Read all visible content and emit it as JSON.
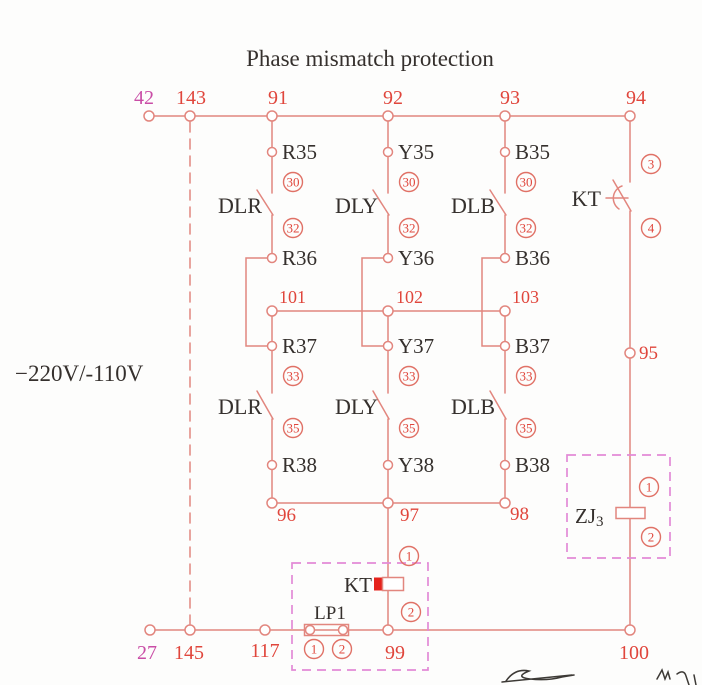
{
  "title": "Phase mismatch protection",
  "voltage_label": "−220V/-110V",
  "rails": {
    "top": {
      "n42": "42",
      "n143": "143",
      "n91": "91",
      "n92": "92",
      "n93": "93",
      "n94": "94"
    },
    "middle": {
      "n101": "101",
      "n102": "102",
      "n103": "103",
      "n95": "95",
      "n96": "96",
      "n97": "97",
      "n98": "98"
    },
    "bottom": {
      "n27": "27",
      "n145": "145",
      "n117": "117",
      "n99": "99",
      "n100": "100"
    }
  },
  "columns": [
    {
      "contact": "DLR",
      "t35": "R35",
      "t36": "R36",
      "t37": "R37",
      "t38": "R38",
      "p30": "30",
      "p32": "32",
      "p33": "33",
      "p35": "35"
    },
    {
      "contact": "DLY",
      "t35": "Y35",
      "t36": "Y36",
      "t37": "Y37",
      "t38": "Y38",
      "p30": "30",
      "p32": "32",
      "p33": "33",
      "p35": "35"
    },
    {
      "contact": "DLB",
      "t35": "B35",
      "t36": "B36",
      "t37": "B37",
      "t38": "B38",
      "p30": "30",
      "p32": "32",
      "p33": "33",
      "p35": "35"
    }
  ],
  "kt_contact": {
    "label": "KT",
    "p3": "3",
    "p4": "4"
  },
  "kt_coil": {
    "label": "KT",
    "p1": "1",
    "p2": "2"
  },
  "lp1": {
    "label": "LP1",
    "p1": "1",
    "p2": "2"
  },
  "zj_coil": {
    "label": "ZJ",
    "sub": "3",
    "p1": "1",
    "p2": "2"
  },
  "colors": {
    "wire": "#e2867e",
    "label_red": "#e0463c",
    "label_magenta": "#c94da6",
    "dashed_box_magenta": "#e28ad6",
    "coil_fill_red": "#e5221b",
    "ink_black": "#35302d"
  }
}
